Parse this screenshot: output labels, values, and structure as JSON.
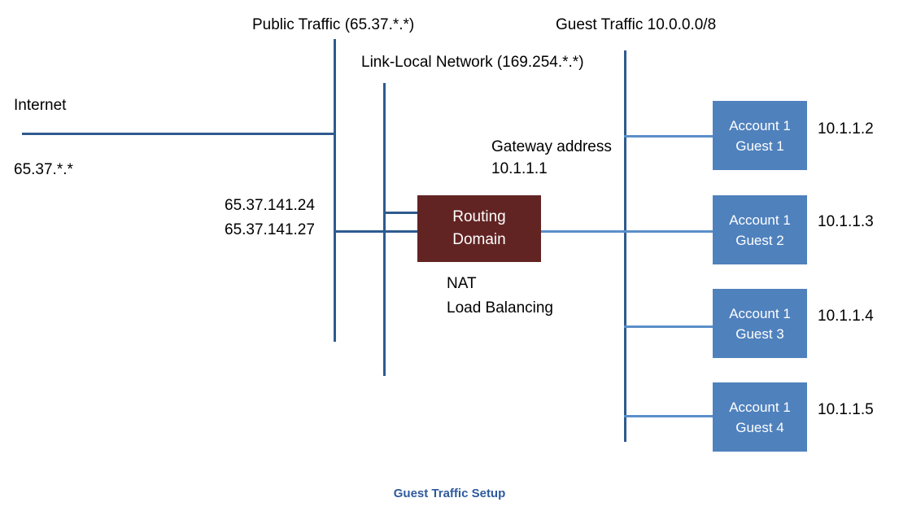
{
  "diagram": {
    "caption": "Guest Traffic Setup",
    "colors": {
      "guest_box": "#4F81BD",
      "routing_domain_box": "#622423",
      "trunk_line": "#2E5A8E",
      "branch_line": "#5B8FC9",
      "caption_text": "#2E5A9E"
    },
    "headers": {
      "public_traffic": "Public Traffic (65.37.*.*)",
      "link_local": "Link-Local Network (169.254.*.*)",
      "guest_traffic": "Guest Traffic 10.0.0.0/8"
    },
    "internet": {
      "label": "Internet",
      "subnet": "65.37.*.*"
    },
    "public_ips": {
      "ip_1": "65.37.141.24",
      "ip_2": "65.37.141.27"
    },
    "gateway": {
      "line_1": "Gateway address",
      "line_2": "10.1.1.1"
    },
    "routing_domain": {
      "line_1": "Routing",
      "line_2": "Domain"
    },
    "services": {
      "line_1": "NAT",
      "line_2": "Load Balancing"
    },
    "guests": [
      {
        "account": "Account 1",
        "name": "Guest 1",
        "ip": "10.1.1.2"
      },
      {
        "account": "Account 1",
        "name": "Guest 2",
        "ip": "10.1.1.3"
      },
      {
        "account": "Account 1",
        "name": "Guest 3",
        "ip": "10.1.1.4"
      },
      {
        "account": "Account 1",
        "name": "Guest 4",
        "ip": "10.1.1.5"
      }
    ]
  }
}
